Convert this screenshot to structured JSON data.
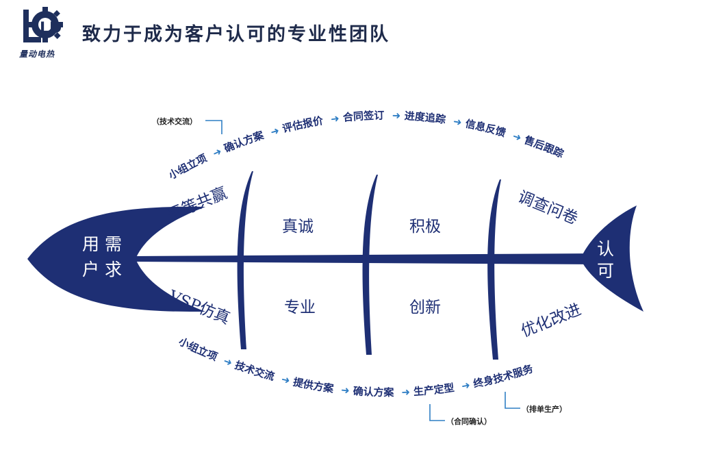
{
  "header": {
    "title": "致力于成为客户认可的专业性团队",
    "logo_text": "LD",
    "logo_subtitle": "量动电热"
  },
  "colors": {
    "navy": "#1e2f74",
    "arrow": "#2f7ec4"
  },
  "fish": {
    "head": {
      "line1": "用 需",
      "line2": "户 求"
    },
    "tail": {
      "line1": "认",
      "line2": "可"
    }
  },
  "upper_flow": {
    "steps": [
      "小组立项",
      "确认方案",
      "评估报价",
      "合同签订",
      "进度追踪",
      "信息反馈",
      "售后跟踪"
    ],
    "note": "（技术交流）"
  },
  "lower_flow": {
    "steps": [
      "小组立项",
      "技术交流",
      "提供方案",
      "确认方案",
      "生产定型",
      "终身技术服务"
    ],
    "notes": [
      "（合同确认）",
      "（排单生产）"
    ]
  },
  "labels": {
    "upper_left": "平等共赢",
    "upper_right": "调查问卷",
    "lower_left": "VSP仿真",
    "lower_right": "优化改进",
    "upper_cells": [
      "真诚",
      "积极"
    ],
    "lower_cells": [
      "专业",
      "创新"
    ]
  }
}
